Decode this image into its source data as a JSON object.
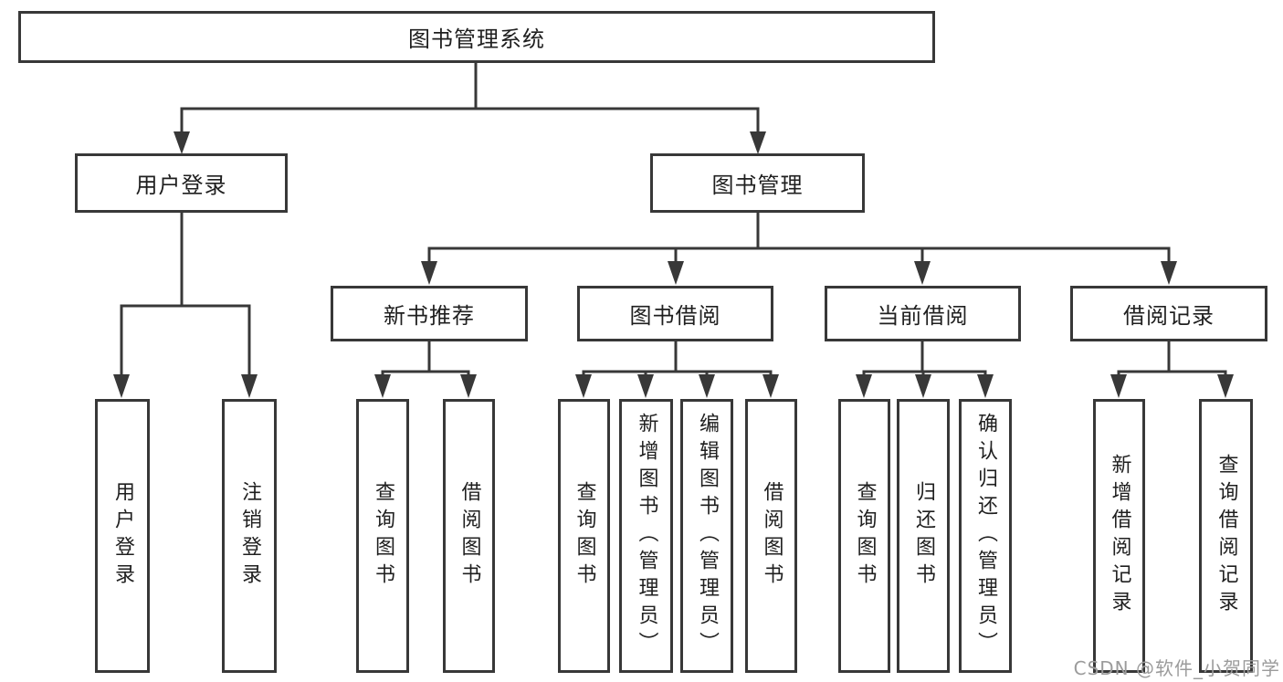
{
  "tree": {
    "label": "图书管理系统",
    "children": [
      {
        "label": "用户登录",
        "children": [
          {
            "label": "用户登录"
          },
          {
            "label": "注销登录"
          }
        ]
      },
      {
        "label": "图书管理",
        "children": [
          {
            "label": "新书推荐",
            "children": [
              {
                "label": "查询图书"
              },
              {
                "label": "借阅图书"
              }
            ]
          },
          {
            "label": "图书借阅",
            "children": [
              {
                "label": "查询图书"
              },
              {
                "label": "新增图书（管理员）"
              },
              {
                "label": "编辑图书（管理员）"
              },
              {
                "label": "借阅图书"
              }
            ]
          },
          {
            "label": "当前借阅",
            "children": [
              {
                "label": "查询图书"
              },
              {
                "label": "归还图书"
              },
              {
                "label": "确认归还（管理员）"
              }
            ]
          },
          {
            "label": "借阅记录",
            "children": [
              {
                "label": "新增借阅记录"
              },
              {
                "label": "查询借阅记录"
              }
            ]
          }
        ]
      }
    ]
  },
  "watermark": "CSDN @软件_小贺同学",
  "colors": {
    "line": "#383838",
    "text": "#1f1f1f",
    "watermark": "#9b9b9b"
  }
}
